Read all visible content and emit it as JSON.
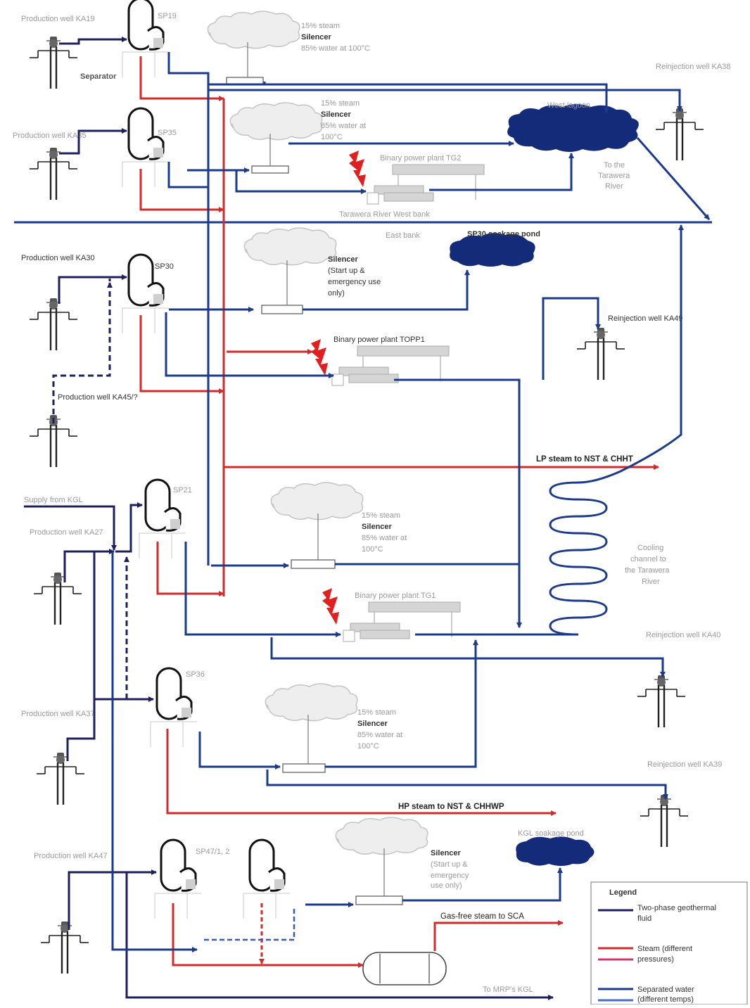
{
  "colors": {
    "two_phase": "#1f1f5e",
    "steam": "#d42a2a",
    "steam_alt": "#d6336c",
    "separated_water": "#1b3a8a",
    "separated_water_alt": "#4a6fc4",
    "pond": "#142b7a",
    "lightning": "#e02020"
  },
  "wells": {
    "ka19": "Production well KA19",
    "ka35": "Production well KA35",
    "ka30": "Production well KA30",
    "ka45": "Production well KA45/?",
    "ka27": "Production well KA27",
    "ka37": "Production well KA37",
    "ka47": "Production well KA47",
    "ka38": "Reinjection well KA38",
    "ka49": "Reinjection well KA49",
    "ka40": "Reinjection well KA40",
    "ka39": "Reinjection well KA39"
  },
  "separators": {
    "sp19": "SP19",
    "sp35": "SP35",
    "sp30": "SP30",
    "sp21": "SP21",
    "sp36": "SP36",
    "sp47": "SP47/1, 2",
    "separator_label": "Separator"
  },
  "silencers": {
    "sp19": [
      "15% steam",
      "Silencer",
      "85% water at 100°C"
    ],
    "sp35": [
      "15% steam",
      "Silencer",
      "85% water at",
      "100°C"
    ],
    "sp30": [
      "Silencer",
      "(Start up &",
      "emergency use",
      "only)"
    ],
    "sp21": [
      "15% steam",
      "Silencer",
      "85% water at",
      "100°C"
    ],
    "sp36": [
      "15% steam",
      "Silencer",
      "85% water at",
      "100°C"
    ],
    "sp47": [
      "Silencer",
      "(Start up &",
      "emergency",
      "use only)"
    ]
  },
  "plants": {
    "tg2": "Binary power plant TG2",
    "topp1": "Binary power plant TOPP1",
    "tg1": "Binary power plant TG1"
  },
  "ponds": {
    "west_lagoon": "West lagoon",
    "sp30_pond": "SP30 soakage pond",
    "kgl_pond": "KGL soakage pond"
  },
  "labels": {
    "to_river": [
      "To the",
      "Tarawera",
      "River"
    ],
    "west_bank": "Tarawera River West bank",
    "east_bank": "East bank",
    "supply_kgl": "Supply from KGL",
    "lp_steam": "LP steam to NST & CHHT",
    "hp_steam": "HP steam to NST & CHHWP",
    "gas_free": "Gas-free steam to SCA",
    "to_mrp": "To MRP's KGL",
    "cooling": [
      "Cooling",
      "channel to",
      "the Tarawera",
      "River"
    ]
  },
  "legend": {
    "title": "Legend",
    "items": [
      {
        "label": [
          "Two-phase geothermal",
          "fluid"
        ]
      },
      {
        "label": [
          "Steam (different",
          "pressures)"
        ]
      },
      {
        "label": [
          "Separated water",
          "(different temps)"
        ]
      }
    ]
  }
}
